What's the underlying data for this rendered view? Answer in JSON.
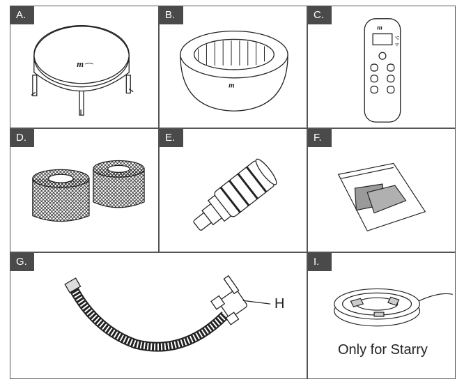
{
  "panels": {
    "a": {
      "label": "A."
    },
    "b": {
      "label": "B."
    },
    "c": {
      "label": "C."
    },
    "d": {
      "label": "D."
    },
    "e": {
      "label": "E."
    },
    "f": {
      "label": "F."
    },
    "g": {
      "label": "G.",
      "callout": "H"
    },
    "i": {
      "label": "I.",
      "caption": "Only for Starry"
    }
  },
  "remote": {
    "unit_c": "°C",
    "unit_f": "°F"
  },
  "icons": [
    "spa-cover",
    "inflatable-spa",
    "remote-control",
    "filter-cartridges",
    "connector-fitting",
    "repair-patches",
    "hose-with-connector",
    "led-light-strip"
  ]
}
